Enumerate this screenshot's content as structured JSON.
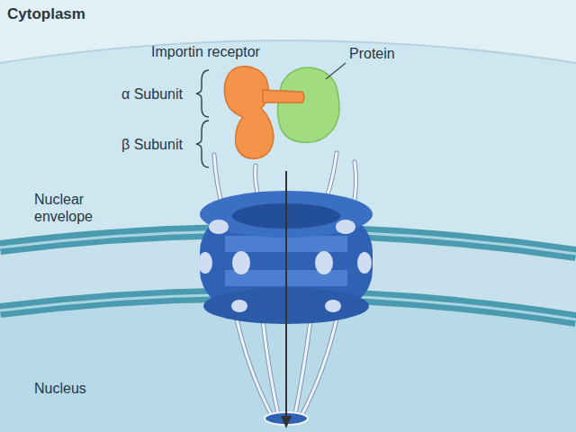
{
  "diagram": {
    "labels": [
      "Cytoplasm",
      "Importin receptor",
      "Protein",
      "α Subunit",
      "β Subunit",
      "Nuclear envelope",
      "Nucleus"
    ]
  }
}
